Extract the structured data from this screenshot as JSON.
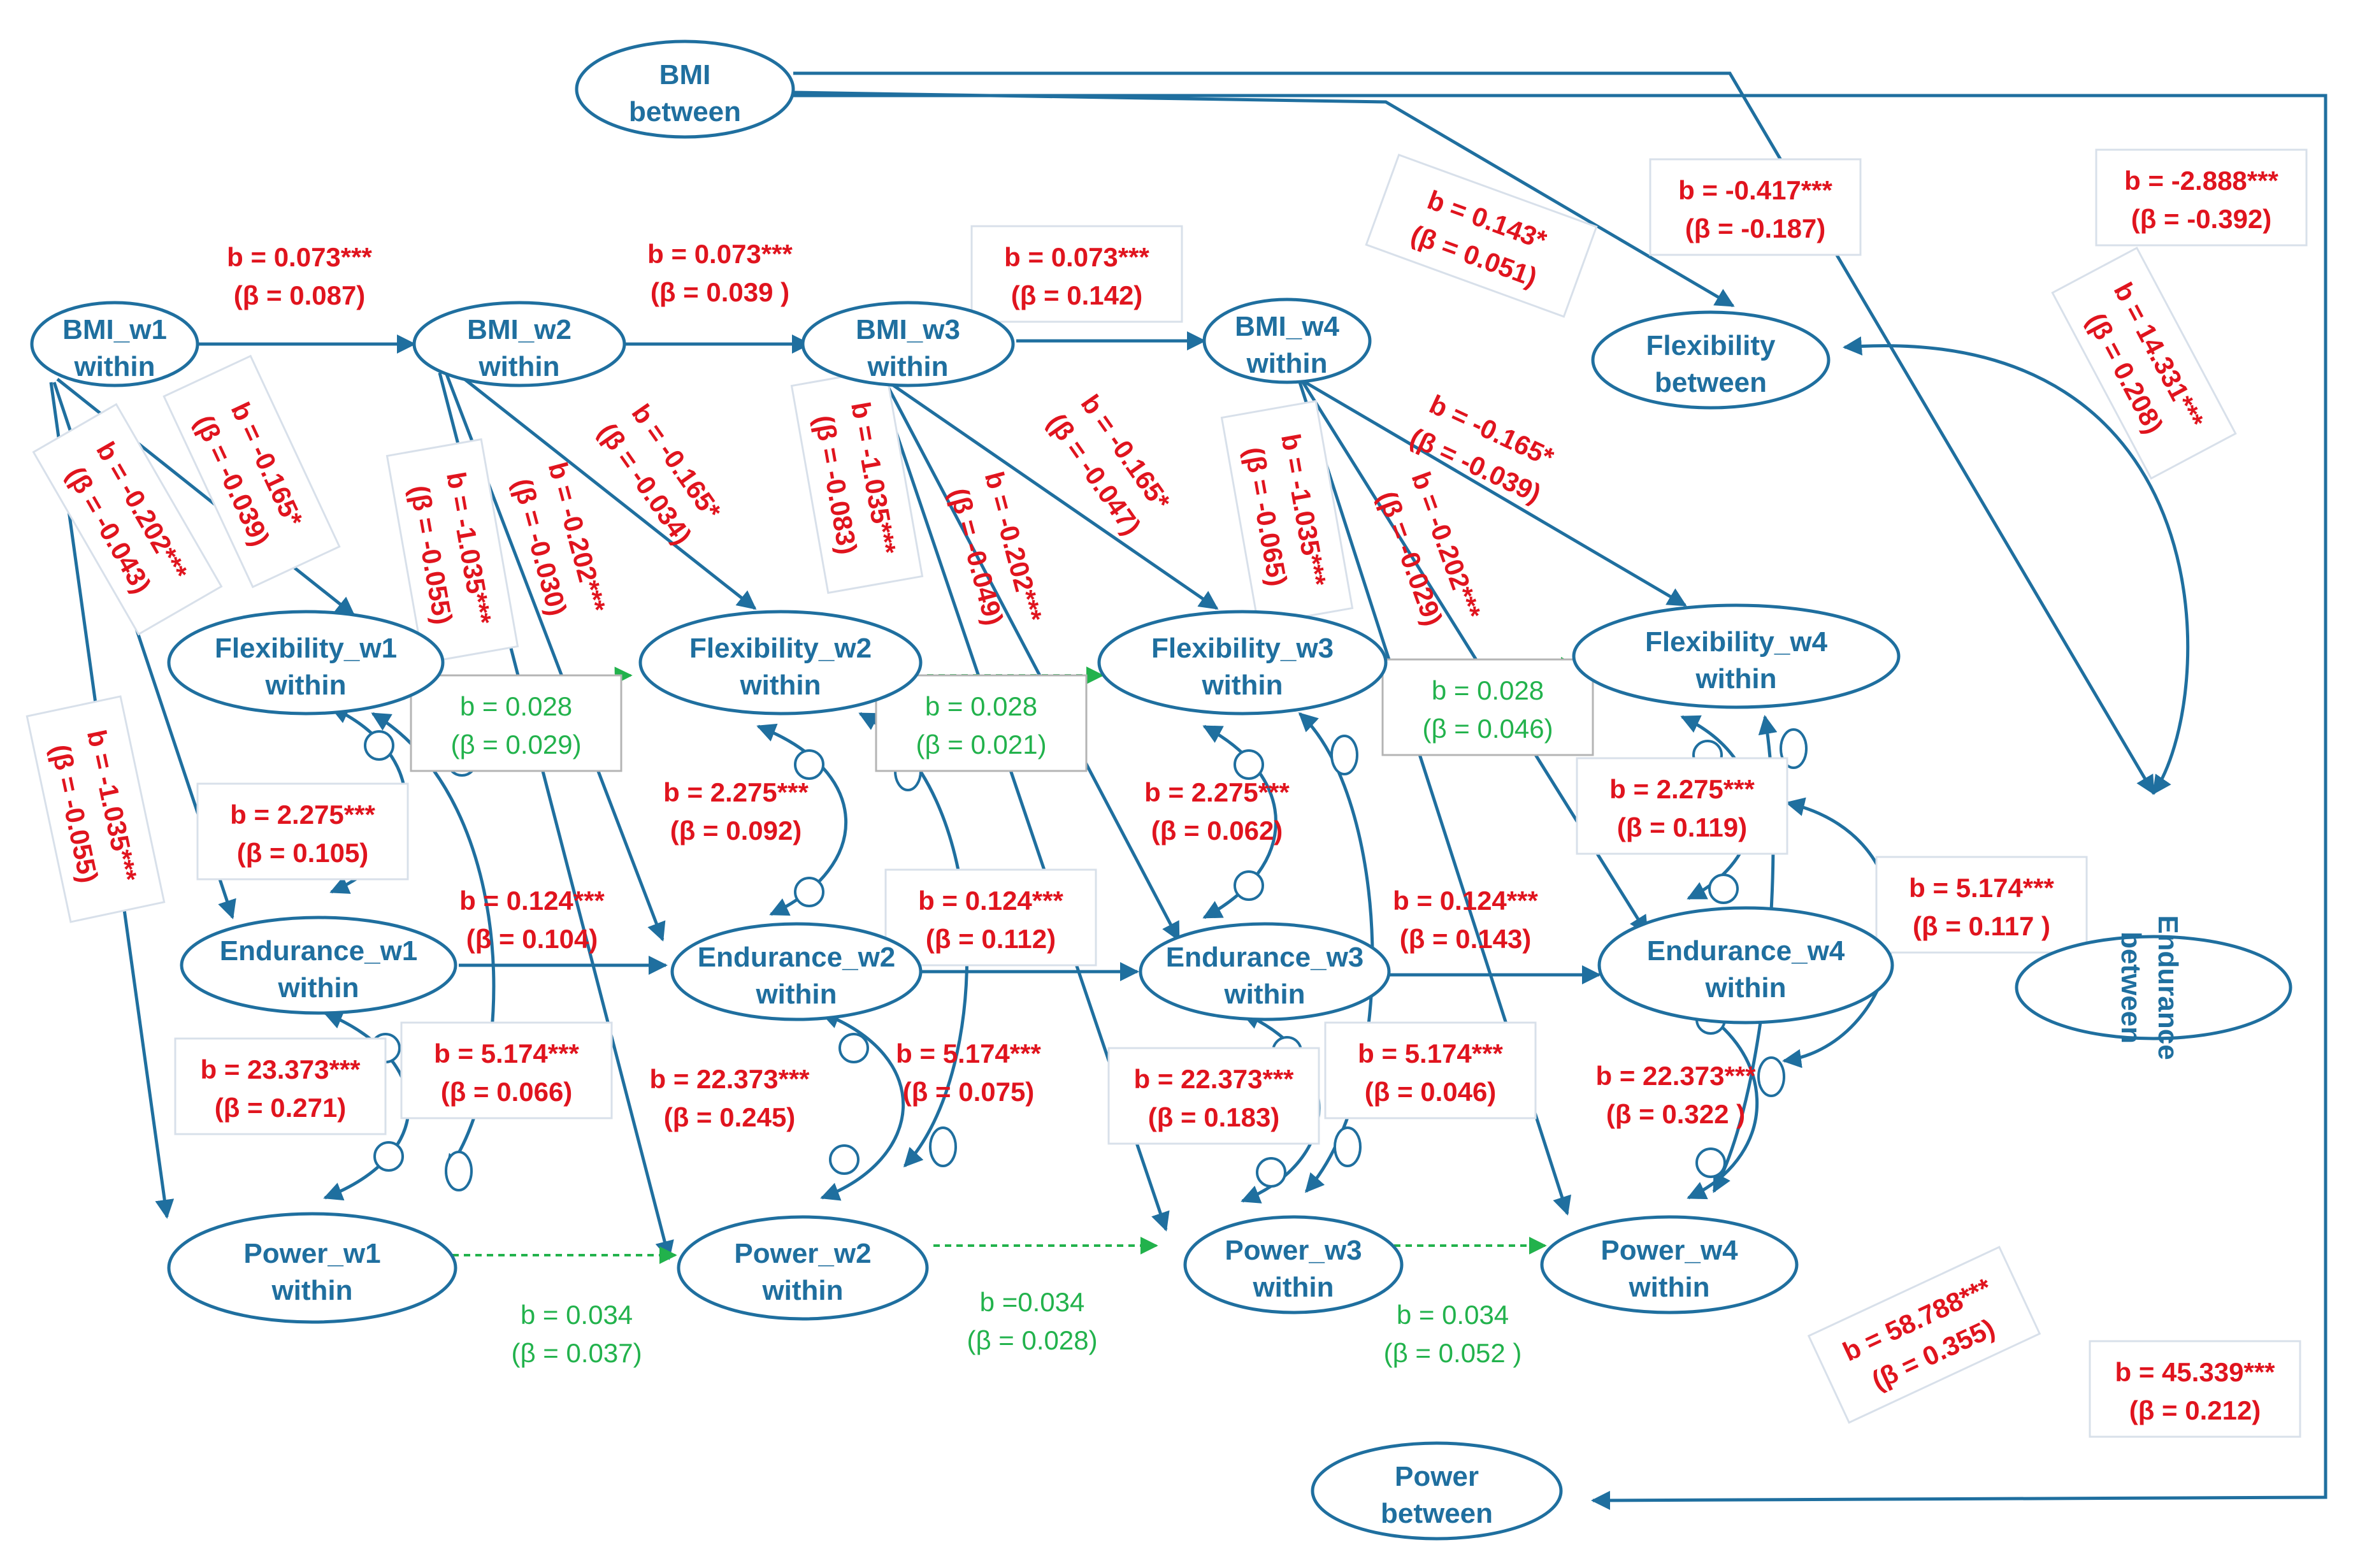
{
  "colors": {
    "blue": "#1f6f9f",
    "red": "#e0141e",
    "green": "#22b24c"
  },
  "nodes": {
    "bmi_between": [
      "BMI",
      "between"
    ],
    "flex_between": [
      "Flexibility",
      "between"
    ],
    "end_between": [
      "Endurance",
      "between"
    ],
    "pow_between": [
      "Power",
      "between"
    ],
    "bmi_w1": [
      "BMI_w1",
      "within"
    ],
    "bmi_w2": [
      "BMI_w2",
      "within"
    ],
    "bmi_w3": [
      "BMI_w3",
      "within"
    ],
    "bmi_w4": [
      "BMI_w4",
      "within"
    ],
    "flex_w1": [
      "Flexibility_w1",
      "within"
    ],
    "flex_w2": [
      "Flexibility_w2",
      "within"
    ],
    "flex_w3": [
      "Flexibility_w3",
      "within"
    ],
    "flex_w4": [
      "Flexibility_w4",
      "within"
    ],
    "end_w1": [
      "Endurance_w1",
      "within"
    ],
    "end_w2": [
      "Endurance_w2",
      "within"
    ],
    "end_w3": [
      "Endurance_w3",
      "within"
    ],
    "end_w4": [
      "Endurance_w4",
      "within"
    ],
    "pow_w1": [
      "Power_w1",
      "within"
    ],
    "pow_w2": [
      "Power_w2",
      "within"
    ],
    "pow_w3": [
      "Power_w3",
      "within"
    ],
    "pow_w4": [
      "Power_w4",
      "within"
    ]
  },
  "labels": {
    "bmi_ar1": [
      "b = 0.073***",
      "(β = 0.087)"
    ],
    "bmi_ar2": [
      "b = 0.073***",
      "(β = 0.039 )"
    ],
    "bmi_ar3": [
      "b = 0.073***",
      "(β = 0.142)"
    ],
    "bmi_flex_w1": [
      "b = -0.165*",
      "(β = -0.039)"
    ],
    "bmi_flex_w2": [
      "b = -0.165*",
      "(β = -0.034)"
    ],
    "bmi_flex_w3": [
      "b = -0.165*",
      "(β = -0.047)"
    ],
    "bmi_flex_w4": [
      "b = -0.165*",
      "(β = -0.039)"
    ],
    "bmi_end_w1": [
      "b = -0.202***",
      "(β = -0.043)"
    ],
    "bmi_end_w2": [
      "b = -0.202***",
      "(β = -0.030)"
    ],
    "bmi_end_w3": [
      "b = -0.202***",
      "(β = -0.049)"
    ],
    "bmi_end_w4": [
      "b = -0.202***",
      "(β = -0.029)"
    ],
    "bmi_pow_w1": [
      "b = -1.035***",
      "(β = -0.055)"
    ],
    "bmi_pow_w2": [
      "b = -1.035***",
      "(β = -0.055)"
    ],
    "bmi_pow_w3": [
      "b = -1.035***",
      "(β = -0.083)"
    ],
    "bmi_pow_w4": [
      "b = -1.035***",
      "(β = -0.065)"
    ],
    "flex_end_w1": [
      "b = 2.275***",
      "(β = 0.105)"
    ],
    "flex_end_w2": [
      "b = 2.275***",
      "(β = 0.092)"
    ],
    "flex_end_w3": [
      "b = 2.275***",
      "(β = 0.062)"
    ],
    "flex_end_w4": [
      "b = 2.275***",
      "(β = 0.119)"
    ],
    "end_pow_w1": [
      "b = 23.373***",
      "(β = 0.271)"
    ],
    "end_pow_w2": [
      "b = 22.373***",
      "(β = 0.245)"
    ],
    "end_pow_w3": [
      "b = 22.373***",
      "(β = 0.183)"
    ],
    "end_pow_w4": [
      "b = 22.373***",
      "(β =  0.322 )"
    ],
    "flex_pow_w1": [
      "b = 5.174***",
      "(β = 0.066)"
    ],
    "flex_pow_w2": [
      "b = 5.174***",
      "(β = 0.075)"
    ],
    "flex_pow_w3": [
      "b = 5.174***",
      "(β = 0.046)"
    ],
    "flex_pow_w4": [
      "b = 5.174***",
      "(β = 0.117 )"
    ],
    "end_ar1": [
      "b = 0.124***",
      "(β = 0.104)"
    ],
    "end_ar2": [
      "b = 0.124***",
      "(β = 0.112)"
    ],
    "end_ar3": [
      "b = 0.124***",
      "(β = 0.143)"
    ],
    "flex_ar1": [
      "b = 0.028",
      "(β = 0.029)"
    ],
    "flex_ar2": [
      "b = 0.028",
      "(β = 0.021)"
    ],
    "flex_ar3": [
      "b = 0.028",
      "(β = 0.046)"
    ],
    "pow_ar1": [
      "b = 0.034",
      "(β = 0.037)"
    ],
    "pow_ar2": [
      "b =0.034",
      "(β = 0.028)"
    ],
    "pow_ar3": [
      "b = 0.034",
      "(β = 0.052 )"
    ],
    "btw_bmi_flex": [
      "b = 0.143*",
      "(β = 0.051)"
    ],
    "btw_bmi_flex2": [
      "b = -0.417***",
      "(β = -0.187)"
    ],
    "btw_bmi_end": [
      "b = -2.888***",
      "(β = -0.392)"
    ],
    "btw_flex_end": [
      "b = 14.331***",
      "(β = 0.208)"
    ],
    "btw_end_pow": [
      "b = 58.788***",
      "(β = 0.355)"
    ],
    "btw_bmi_pow": [
      "b = 45.339***",
      "(β = 0.212)"
    ]
  }
}
